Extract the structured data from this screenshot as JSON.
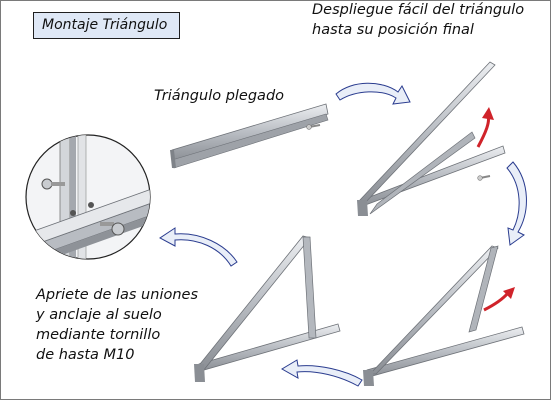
{
  "title": "Montaje Triángulo",
  "captions": {
    "top_right_line1": "Despliegue fácil del triángulo",
    "top_right_line2": "hasta su posición final",
    "folded": "Triángulo plegado",
    "bottom_left_line1": "Apriete de las uniones",
    "bottom_left_line2": "y anclaje al suelo",
    "bottom_left_line3": "mediante tornillo",
    "bottom_left_line4": "de hasta M10"
  },
  "colors": {
    "title_fill": "#dfe8f6",
    "flow_arrow_fill": "#e9eef8",
    "flow_arrow_stroke": "#2a3c8f",
    "motion_arrow": "#d0232a",
    "profile_light": "#d9dbdf",
    "profile_mid": "#a9adb3",
    "profile_dark": "#7e8288"
  },
  "icons": {
    "flow_arrow": "curved-arrow-icon",
    "motion_arrow": "red-rotation-arrow-icon",
    "detail": "magnified-bolt-detail"
  }
}
